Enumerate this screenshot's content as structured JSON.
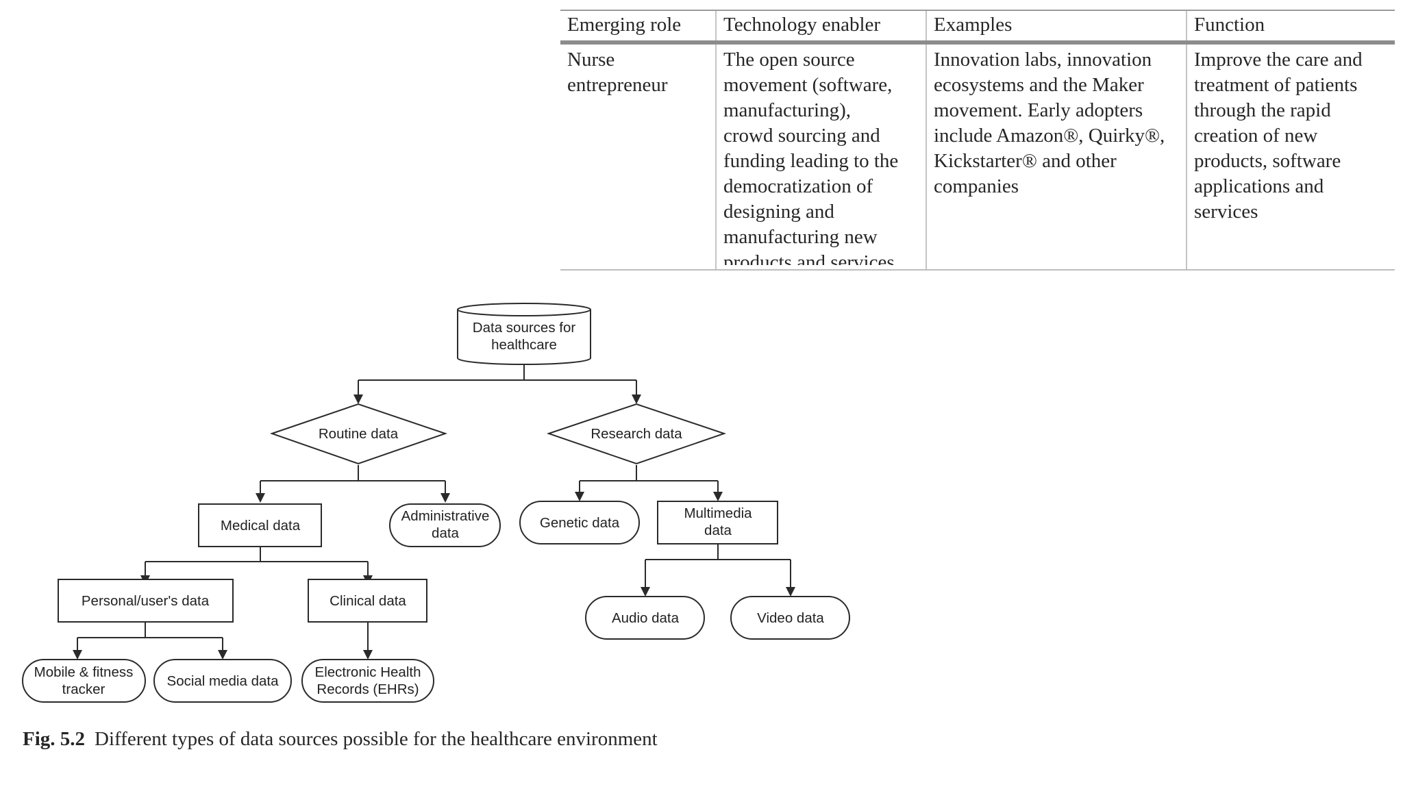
{
  "table": {
    "headers": [
      "Emerging role",
      "Technology enabler",
      "Examples",
      "Function"
    ],
    "row": {
      "role": [
        "Nurse",
        "entrepreneur"
      ],
      "enabler": [
        "The open source",
        "movement (software,",
        "manufacturing),",
        "crowd sourcing and",
        "funding leading to the",
        "democratization of",
        "designing and",
        "manufacturing new",
        "products and services"
      ],
      "examples": [
        "Innovation labs, innovation",
        "ecosystems and the Maker",
        "movement. Early adopters",
        "include Amazon®, Quirky®,",
        "Kickstarter® and other",
        "companies"
      ],
      "function": [
        "Improve the care and",
        "treatment of patients",
        "through the rapid",
        "creation of new",
        "products, software",
        "applications and",
        "services"
      ]
    }
  },
  "diagram": {
    "root": [
      "Data sources for",
      "healthcare"
    ],
    "routine": "Routine data",
    "research": "Research data",
    "medical": "Medical data",
    "administrative": [
      "Administrative",
      "data"
    ],
    "genetic": "Genetic data",
    "multimedia": [
      "Multimedia",
      "data"
    ],
    "personal": "Personal/user's data",
    "clinical": "Clinical data",
    "audio": "Audio data",
    "video": "Video data",
    "mobile": [
      "Mobile & fitness",
      "tracker"
    ],
    "social": "Social media data",
    "ehr": [
      "Electronic Health",
      "Records (EHRs)"
    ]
  },
  "caption": {
    "figure": "Fig. 5.2",
    "text": "Different types of data sources possible for the healthcare environment"
  }
}
